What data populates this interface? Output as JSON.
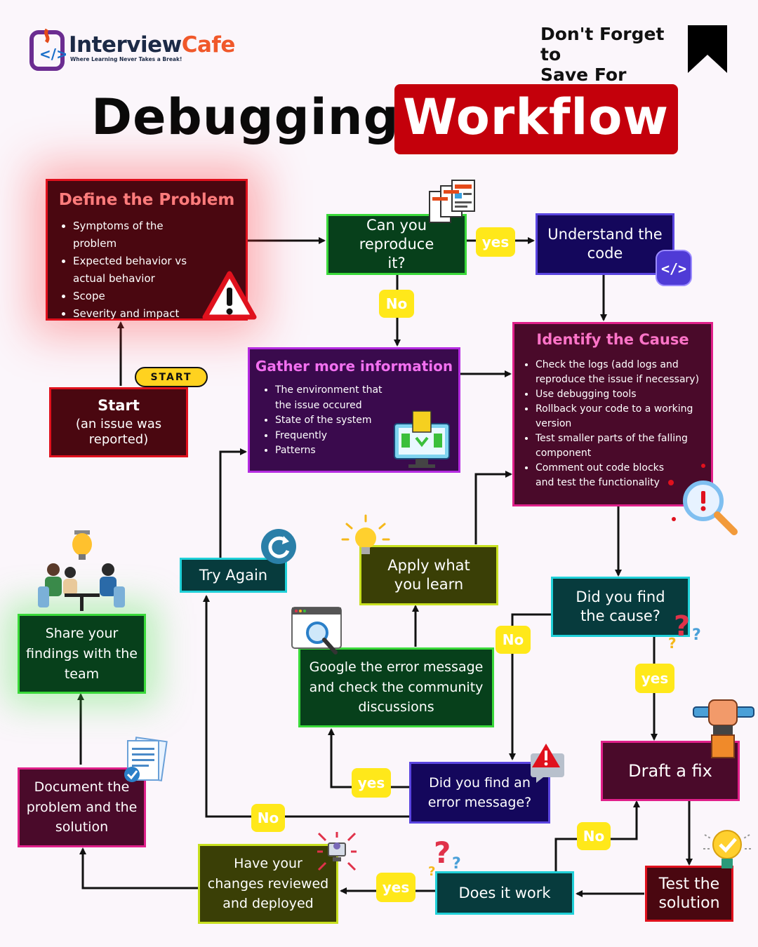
{
  "brand": {
    "name_part1": "Interview",
    "name_part2": "Cafe",
    "tagline": "Where Learning Never Takes a Break!"
  },
  "save_reminder": {
    "line1": "Don't Forget to",
    "line2": "Save For Later"
  },
  "title": {
    "part1": "Debugging",
    "part2": "Workflow"
  },
  "start_badge": "START",
  "nodes": {
    "define": {
      "title": "Define the Problem",
      "bullets": [
        "Symptoms of the problem",
        "Expected behavior vs actual behavior",
        "Scope",
        "Severity and impact"
      ]
    },
    "start": {
      "title": "Start",
      "subtitle": "(an issue was reported)"
    },
    "reproduce": {
      "label": "Can you reproduce it?"
    },
    "understand": {
      "label": "Understand the code"
    },
    "gather": {
      "title": "Gather more information",
      "bullets": [
        "The environment that the issue occured",
        "State of the system",
        "Frequently",
        "Patterns"
      ]
    },
    "identify": {
      "title": "Identify the Cause",
      "bullets": [
        "Check the logs (add logs and reproduce the issue if necessary)",
        "Use debugging tools",
        "Rollback your code to a working version",
        "Test smaller parts of the falling component",
        "Comment out code blocks and test the functionality"
      ]
    },
    "try_again": {
      "label": "Try Again"
    },
    "apply": {
      "label": "Apply what you learn"
    },
    "did_find_cause": {
      "label": "Did you find the cause?"
    },
    "share": {
      "label": "Share your findings with the team"
    },
    "google": {
      "label": "Google the error message and check the community discussions"
    },
    "did_find_error": {
      "label": "Did you find an error message?"
    },
    "draft": {
      "label": "Draft a fix"
    },
    "document": {
      "label": "Document the problem and the solution"
    },
    "reviewed": {
      "label": "Have your changes reviewed and deployed"
    },
    "does_work": {
      "label": "Does it work"
    },
    "test": {
      "label": "Test the solution"
    }
  },
  "edge_labels": {
    "yes1": "yes",
    "no1": "No",
    "no2": "No",
    "yes2": "yes",
    "yes3": "yes",
    "no3": "No",
    "no4": "No",
    "yes4": "yes"
  },
  "colors": {
    "accent_red": "#c4000b",
    "maroon": "#4a0710",
    "dark_green": "#07401b",
    "navy": "#14075c",
    "purple": "#3a0a4d",
    "teal": "#073b3d",
    "olive": "#3a3f06",
    "yellow": "#ffe81a"
  }
}
